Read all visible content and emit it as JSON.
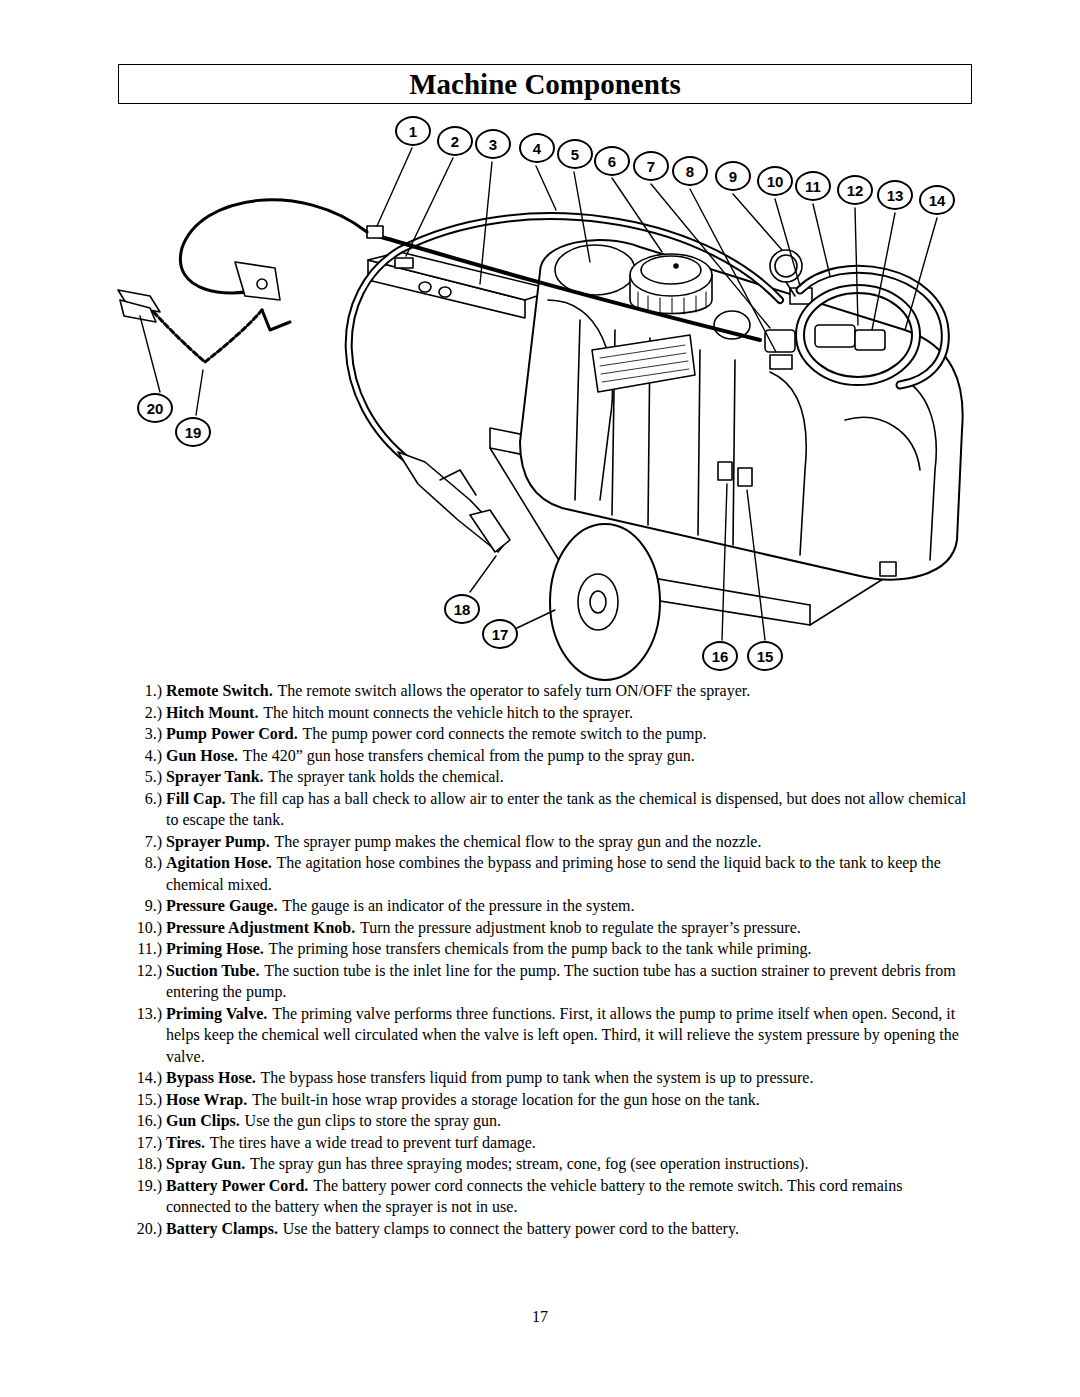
{
  "diagram": {
    "title": "Machine Components",
    "labels": [
      "1",
      "2",
      "3",
      "4",
      "5",
      "6",
      "7",
      "8",
      "9",
      "10",
      "11",
      "12",
      "13",
      "14",
      "20",
      "19",
      "18",
      "17",
      "16",
      "15",
      "1.)",
      "Remote Switch.",
      "The remote switch allows the operator to safely turn ON/OFF the sprayer.",
      "2.)",
      "Hitch Mount.",
      "The hitch mount connects the vehicle hitch to the sprayer.",
      "3.)",
      "Pump Power Cord.",
      "The pump power cord connects the remote switch to the pump.",
      "4.)",
      "Gun Hose.",
      "The 420” gun hose transfers chemical from the pump to the spray gun.",
      "5.)",
      "Sprayer Tank.",
      "The sprayer tank holds the chemical.",
      "6.)",
      "Fill Cap.",
      "The fill cap has a ball check to allow air to enter the tank as the chemical is dispensed, but does not allow chemical to escape the tank.",
      "7.)",
      "Sprayer Pump.",
      "The sprayer pump makes the chemical flow to the spray gun and the nozzle.",
      "8.)",
      "Agitation Hose.",
      "The agitation hose combines the bypass and priming hose to send the liquid back to the tank to keep the chemical mixed.",
      "9.)",
      "Pressure Gauge.",
      "The gauge is an indicator of the pressure in the system.",
      "10.)",
      "Pressure Adjustment Knob.",
      "Turn the pressure adjustment knob to regulate the sprayer’s pressure.",
      "11.)",
      "Priming Hose.",
      "The priming hose transfers chemicals from the pump back to the tank while priming.",
      "12.)",
      "Suction Tube.",
      "The suction tube is the inlet line for the pump. The suction tube has a suction strainer to prevent debris from entering the pump.",
      "13.)",
      "Priming Valve.",
      "The priming valve performs three functions. First, it allows the pump to prime itself when open. Second, it helps keep the chemical well circulated when the valve is left open. Third, it will relieve the system pressure by opening the valve.",
      "14.)",
      "Bypass Hose.",
      "The bypass hose transfers liquid from pump to tank when the system is up to pressure.",
      "15.)",
      "Hose Wrap.",
      "The built-in hose wrap provides a storage location for the gun hose on the tank.",
      "16.)",
      "Gun Clips.",
      "Use the gun clips to store the spray gun.",
      "17.)",
      "Tires.",
      "The tires have a wide tread to prevent turf damage.",
      "18.)",
      "Spray Gun.",
      "The spray gun has three spraying modes; stream, cone, fog (see operation instructions).",
      "19.)",
      "Battery Power Cord.",
      "The battery power cord connects the vehicle battery to the remote switch. This cord remains connected to the battery when the sprayer is not in use.",
      "20.)",
      "Battery Clamps.",
      "Use the battery clamps to connect the battery power cord to the battery.",
      "17"
    ]
  }
}
